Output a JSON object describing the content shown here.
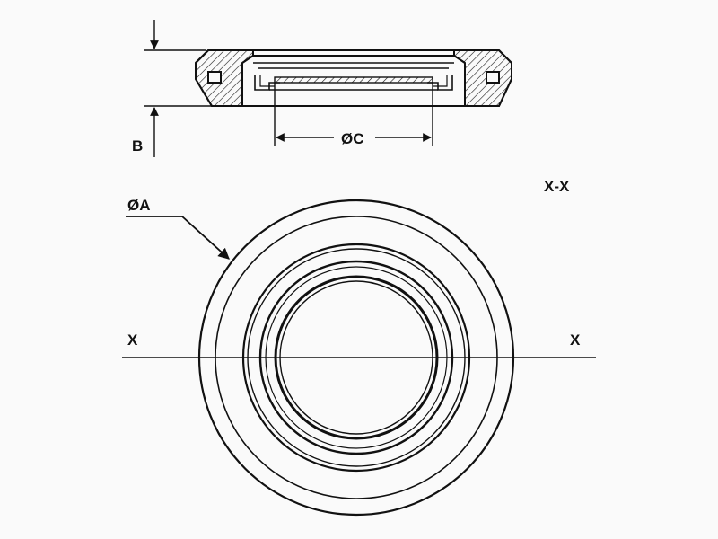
{
  "labels": {
    "dim_b": "B",
    "dim_c": "ØC",
    "dim_a": "ØA",
    "section": "X-X",
    "axis_left": "X",
    "axis_right": "X"
  },
  "colors": {
    "ink": "#111111",
    "paper": "#fafafa"
  }
}
